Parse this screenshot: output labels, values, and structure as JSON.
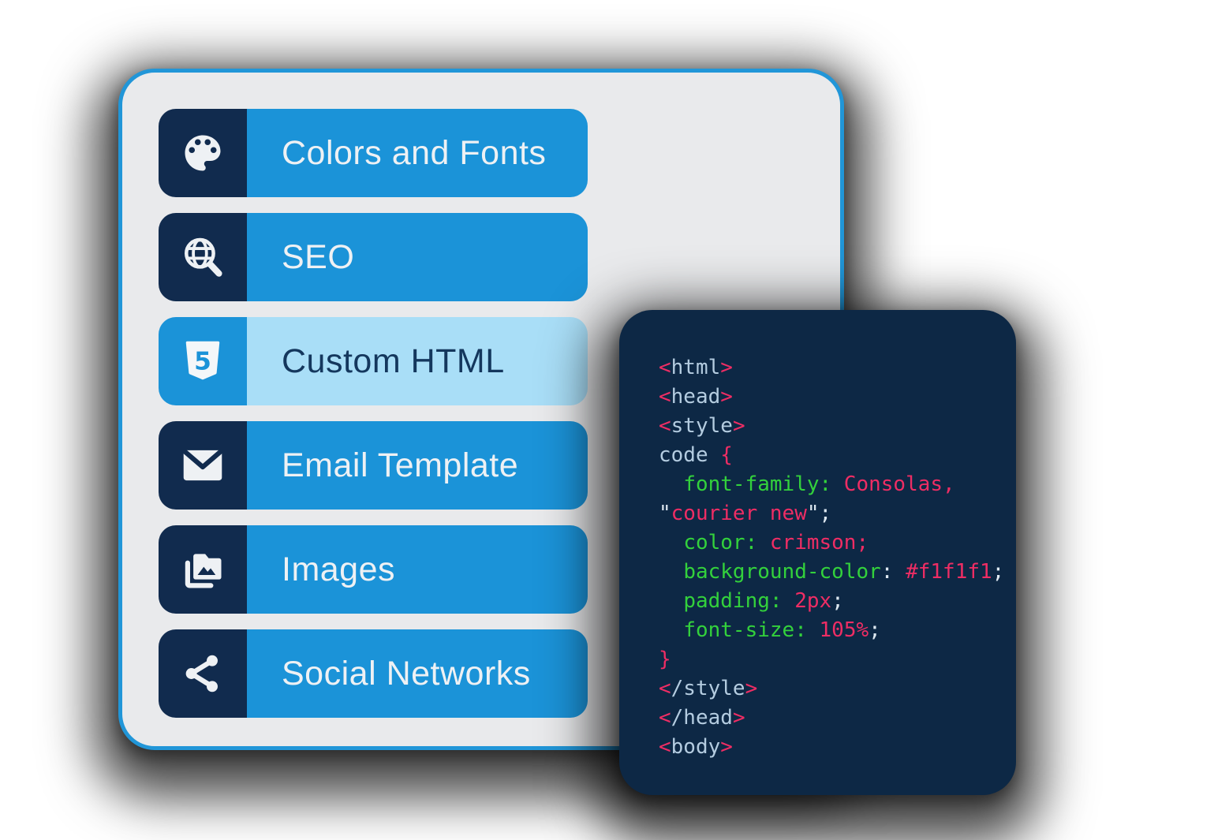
{
  "settings_panel": {
    "background": "#e9eaec",
    "border_color": "#2196d8",
    "item_blue": "#1b93d8",
    "icon_box_navy": "#112b4e",
    "selected_background": "#a9def7",
    "selected_text_color": "#14375d",
    "label_color": "#eef1f4",
    "menu_items": [
      {
        "label": "Colors and Fonts",
        "icon": "palette-icon",
        "selected": false
      },
      {
        "label": "SEO",
        "icon": "seo-search-icon",
        "selected": false
      },
      {
        "label": "Custom HTML",
        "icon": "html5-icon",
        "selected": true
      },
      {
        "label": "Email Template",
        "icon": "envelope-icon",
        "selected": false
      },
      {
        "label": "Images",
        "icon": "images-folder-icon",
        "selected": false
      },
      {
        "label": "Social Networks",
        "icon": "share-icon",
        "selected": false
      }
    ]
  },
  "code_panel": {
    "background": "#0d2845",
    "token_colors": {
      "bracket": "#ee2d64",
      "tag": "#b4cce0",
      "property": "#33d13c",
      "value": "#ee2d64",
      "plain": "#dde8f1"
    },
    "lines": [
      [
        {
          "t": "<",
          "c": "bracket"
        },
        {
          "t": "html",
          "c": "tag"
        },
        {
          "t": ">",
          "c": "bracket"
        }
      ],
      [
        {
          "t": "<",
          "c": "bracket"
        },
        {
          "t": "head",
          "c": "tag"
        },
        {
          "t": ">",
          "c": "bracket"
        }
      ],
      [
        {
          "t": "<",
          "c": "bracket"
        },
        {
          "t": "style",
          "c": "tag"
        },
        {
          "t": ">",
          "c": "bracket"
        }
      ],
      [
        {
          "t": "code ",
          "c": "tag"
        },
        {
          "t": "{",
          "c": "bracket"
        }
      ],
      [
        {
          "t": "  ",
          "c": "plain"
        },
        {
          "t": "font-family:",
          "c": "property"
        },
        {
          "t": " Consolas,",
          "c": "value"
        }
      ],
      [
        {
          "t": "\"",
          "c": "plain"
        },
        {
          "t": "courier new",
          "c": "value"
        },
        {
          "t": "\"",
          "c": "plain"
        },
        {
          "t": ";",
          "c": "plain"
        }
      ],
      [
        {
          "t": "  ",
          "c": "plain"
        },
        {
          "t": "color:",
          "c": "property"
        },
        {
          "t": " crimson",
          "c": "value"
        },
        {
          "t": ";",
          "c": "value"
        }
      ],
      [
        {
          "t": "  ",
          "c": "plain"
        },
        {
          "t": "background-color",
          "c": "property"
        },
        {
          "t": ":",
          "c": "plain"
        },
        {
          "t": " #f1f1f1",
          "c": "value"
        },
        {
          "t": ";",
          "c": "plain"
        }
      ],
      [
        {
          "t": "  ",
          "c": "plain"
        },
        {
          "t": "padding:",
          "c": "property"
        },
        {
          "t": " 2px",
          "c": "value"
        },
        {
          "t": ";",
          "c": "plain"
        }
      ],
      [
        {
          "t": "  ",
          "c": "plain"
        },
        {
          "t": "font-size:",
          "c": "property"
        },
        {
          "t": " 105%",
          "c": "value"
        },
        {
          "t": ";",
          "c": "plain"
        }
      ],
      [
        {
          "t": "}",
          "c": "bracket"
        }
      ],
      [
        {
          "t": "<",
          "c": "bracket"
        },
        {
          "t": "/style",
          "c": "tag"
        },
        {
          "t": ">",
          "c": "bracket"
        }
      ],
      [
        {
          "t": "<",
          "c": "bracket"
        },
        {
          "t": "/head",
          "c": "tag"
        },
        {
          "t": ">",
          "c": "bracket"
        }
      ],
      [
        {
          "t": "<",
          "c": "bracket"
        },
        {
          "t": "body",
          "c": "tag"
        },
        {
          "t": ">",
          "c": "bracket"
        }
      ]
    ]
  }
}
